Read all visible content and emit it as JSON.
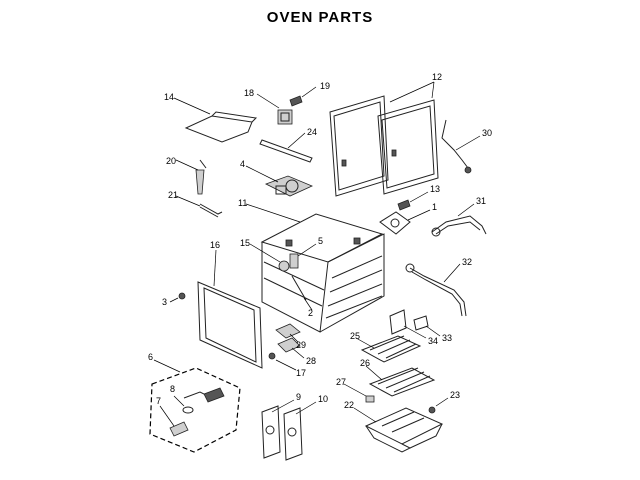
{
  "title": "OVEN PARTS",
  "callouts": [
    {
      "id": "1",
      "label": "1"
    },
    {
      "id": "2",
      "label": "2"
    },
    {
      "id": "3",
      "label": "3"
    },
    {
      "id": "4",
      "label": "4"
    },
    {
      "id": "5",
      "label": "5"
    },
    {
      "id": "6",
      "label": "6"
    },
    {
      "id": "7",
      "label": "7"
    },
    {
      "id": "8",
      "label": "8"
    },
    {
      "id": "9",
      "label": "9"
    },
    {
      "id": "10",
      "label": "10"
    },
    {
      "id": "11",
      "label": "11"
    },
    {
      "id": "12",
      "label": "12"
    },
    {
      "id": "13",
      "label": "13"
    },
    {
      "id": "14",
      "label": "14"
    },
    {
      "id": "15",
      "label": "15"
    },
    {
      "id": "16",
      "label": "16"
    },
    {
      "id": "17",
      "label": "17"
    },
    {
      "id": "18",
      "label": "18"
    },
    {
      "id": "19",
      "label": "19"
    },
    {
      "id": "20",
      "label": "20"
    },
    {
      "id": "21",
      "label": "21"
    },
    {
      "id": "22",
      "label": "22"
    },
    {
      "id": "23",
      "label": "23"
    },
    {
      "id": "24",
      "label": "24"
    },
    {
      "id": "25",
      "label": "25"
    },
    {
      "id": "26",
      "label": "26"
    },
    {
      "id": "27",
      "label": "27"
    },
    {
      "id": "28",
      "label": "28"
    },
    {
      "id": "29",
      "label": "29"
    },
    {
      "id": "30",
      "label": "30"
    },
    {
      "id": "31",
      "label": "31"
    },
    {
      "id": "32",
      "label": "32"
    },
    {
      "id": "33",
      "label": "33"
    },
    {
      "id": "34",
      "label": "34"
    }
  ]
}
